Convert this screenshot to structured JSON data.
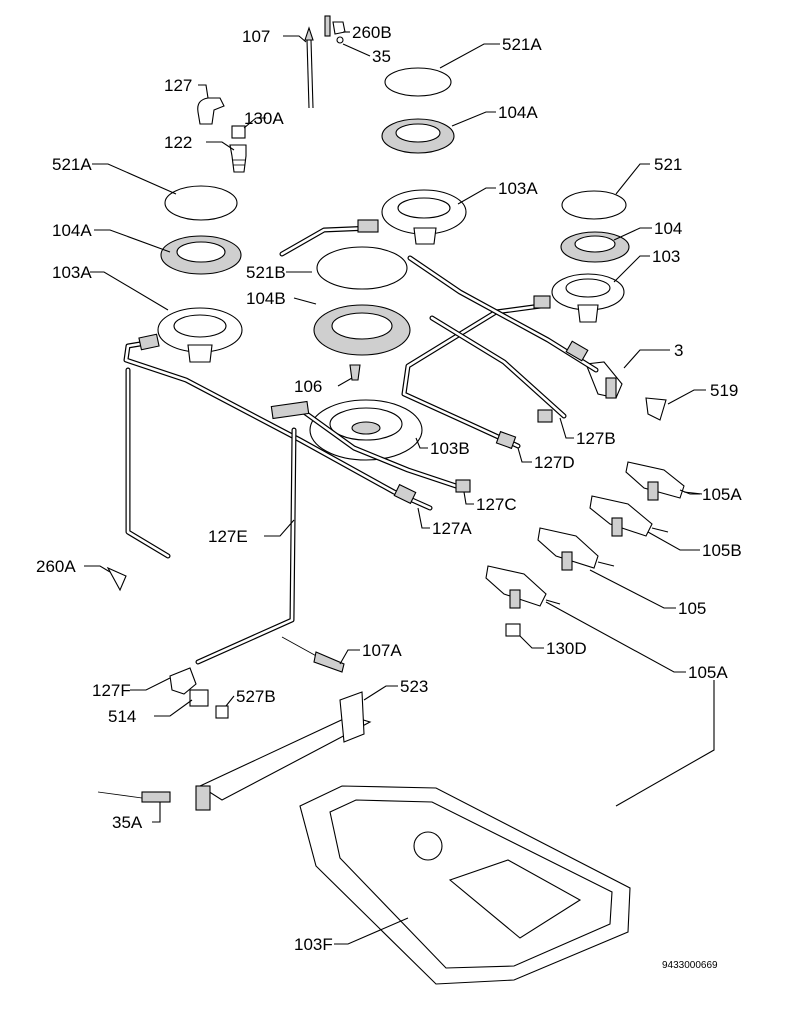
{
  "labels": {
    "l107": "107",
    "l260B": "260B",
    "l35": "35",
    "l521A_top": "521A",
    "l127": "127",
    "l130A": "130A",
    "l104A_top": "104A",
    "l122": "122",
    "l521A_left": "521A",
    "l521": "521",
    "l103A_mid": "103A",
    "l104": "104",
    "l104A_left": "104A",
    "l103": "103",
    "l521B": "521B",
    "l103A_left": "103A",
    "l104B": "104B",
    "l3": "3",
    "l106": "106",
    "l519": "519",
    "l127B": "127B",
    "l103B": "103B",
    "l127D": "127D",
    "l105A_r": "105A",
    "l127C": "127C",
    "l127E": "127E",
    "l127A": "127A",
    "l105B": "105B",
    "l260A": "260A",
    "l105": "105",
    "l130D": "130D",
    "l107A": "107A",
    "l127F": "127F",
    "l105A_low": "105A",
    "l523": "523",
    "l514": "514",
    "l527B": "527B",
    "l35A": "35A",
    "l103F": "103F"
  },
  "figure_ref": "9433000669"
}
